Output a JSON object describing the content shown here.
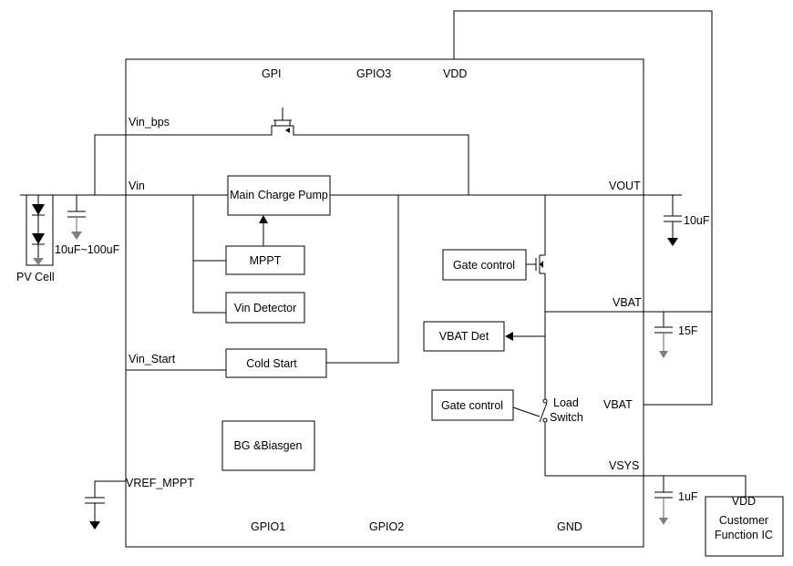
{
  "pins": {
    "gpi": "GPI",
    "gpio3": "GPIO3",
    "vdd": "VDD",
    "vin_bps": "Vin_bps",
    "vin": "Vin",
    "vout": "VOUT",
    "vbat_top": "VBAT",
    "vbat_bottom": "VBAT",
    "vsys": "VSYS",
    "vin_start": "Vin_Start",
    "vref_mppt": "VREF_MPPT",
    "gpio1": "GPIO1",
    "gpio2": "GPIO2",
    "gnd": "GND"
  },
  "blocks": {
    "charge_pump": "Main Charge Pump",
    "mppt": "MPPT",
    "vin_detector": "Vin Detector",
    "cold_start": "Cold Start",
    "bg_biasgen": "BG &Biasgen",
    "gate_control_top": "Gate control",
    "vbat_det": "VBAT Det",
    "gate_control_bottom": "Gate control"
  },
  "load_switch": {
    "line1": "Load",
    "line2": "Switch"
  },
  "external": {
    "pv_cell": "PV Cell",
    "cap_in": "10uF~100uF",
    "cap_vout": "10uF",
    "cap_vbat": "15F",
    "cap_vsys": "1uF",
    "ic_vdd": "VDD",
    "ic_line1": "Customer",
    "ic_line2": "Function IC"
  }
}
